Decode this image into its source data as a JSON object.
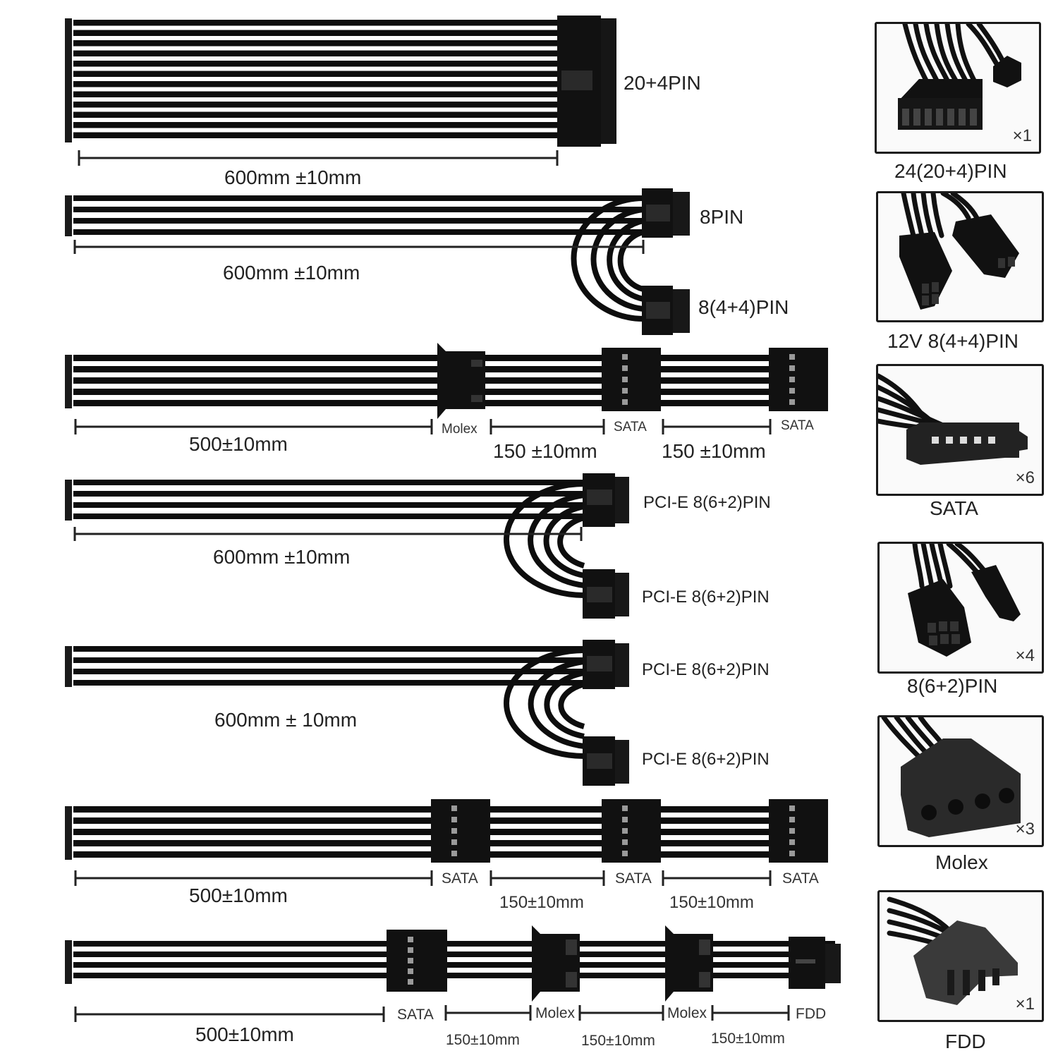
{
  "cables": [
    {
      "id": "atx",
      "length_label": "600mm ±10mm",
      "connectors": [
        "20+4PIN"
      ]
    },
    {
      "id": "cpu",
      "length_label": "600mm ±10mm",
      "connectors": [
        "8PIN",
        "8(4+4)PIN"
      ]
    },
    {
      "id": "sata-molex",
      "segments": [
        "500±10mm",
        "150 ±10mm",
        "150 ±10mm"
      ],
      "tags": [
        "Molex",
        "SATA",
        "SATA"
      ]
    },
    {
      "id": "pcie-1",
      "length_label": "600mm ±10mm",
      "connectors": [
        "PCI-E 8(6+2)PIN",
        "PCI-E 8(6+2)PIN"
      ]
    },
    {
      "id": "pcie-2",
      "length_label": "600mm ± 10mm",
      "connectors": [
        "PCI-E 8(6+2)PIN",
        "PCI-E 8(6+2)PIN"
      ]
    },
    {
      "id": "sata-triple",
      "segments": [
        "500±10mm",
        "150±10mm",
        "150±10mm"
      ],
      "tags": [
        "SATA",
        "SATA",
        "SATA"
      ]
    },
    {
      "id": "mixed",
      "segments": [
        "500±10mm",
        "150±10mm",
        "150±10mm",
        "150±10mm"
      ],
      "tags": [
        "SATA",
        "Molex",
        "Molex",
        "FDD"
      ]
    }
  ],
  "products": [
    {
      "caption": "24(20+4)PIN",
      "qty": "×1",
      "icon": "atx-connector-photo"
    },
    {
      "caption": "12V 8(4+4)PIN",
      "qty": "",
      "icon": "cpu-connector-photo"
    },
    {
      "caption": "SATA",
      "qty": "×6",
      "icon": "sata-connector-photo"
    },
    {
      "caption": "8(6+2)PIN",
      "qty": "×4",
      "icon": "pcie-connector-photo"
    },
    {
      "caption": "Molex",
      "qty": "×3",
      "icon": "molex-connector-photo"
    },
    {
      "caption": "FDD",
      "qty": "×1",
      "icon": "fdd-connector-photo"
    }
  ],
  "colors": {
    "cable": "#0d0d0d",
    "connector": "#111111",
    "panel_border": "#1a1a1a",
    "text": "#222222"
  }
}
